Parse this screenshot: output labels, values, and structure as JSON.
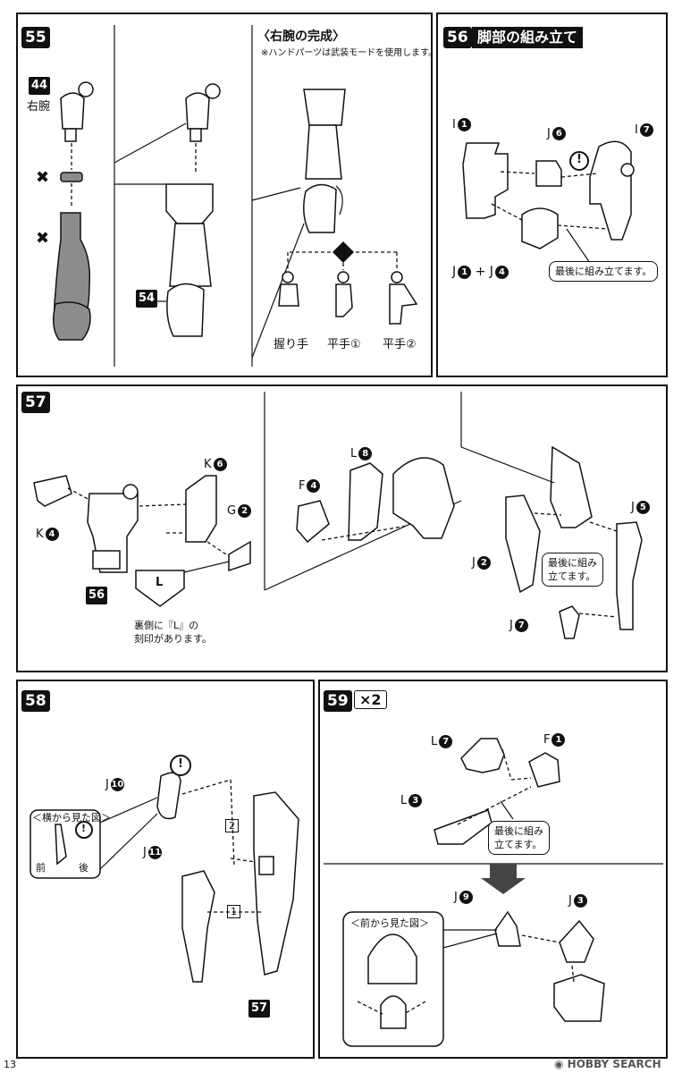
{
  "page_number": "13",
  "watermark": "HOBBY SEARCH",
  "steps": {
    "s55": {
      "number": "55",
      "left_part_number": "44",
      "left_part_label": "右腕",
      "ref_number": "54",
      "complete_title": "〈右腕の完成〉",
      "complete_note": "※ハンドパーツは武装モードを使用します。",
      "hands": [
        "握り手",
        "平手①",
        "平手②"
      ]
    },
    "s56": {
      "number": "56",
      "title": "脚部の組み立て",
      "labels": {
        "i1": "I",
        "i1n": "1",
        "j6": "J",
        "j6n": "6",
        "i7": "I",
        "i7n": "7",
        "j1": "J",
        "j1n": "1",
        "plus": "+",
        "j4": "J",
        "j4n": "4"
      },
      "note": "最後に組み立てます。"
    },
    "s57": {
      "number": "57",
      "labels": {
        "k4": "K",
        "k4n": "4",
        "k6": "K",
        "k6n": "6",
        "g2": "G",
        "g2n": "2",
        "f4": "F",
        "f4n": "4",
        "l8": "L",
        "l8n": "8",
        "j2": "J",
        "j2n": "2",
        "j5": "J",
        "j5n": "5",
        "j7": "J",
        "j7n": "7"
      },
      "ref_number": "56",
      "inset_letter": "L",
      "inset_note_line1": "裏側に『L』の",
      "inset_note_line2": "刻印があります。",
      "last_note_line1": "最後に組み",
      "last_note_line2": "立てます。"
    },
    "s58": {
      "number": "58",
      "labels": {
        "j10": "J",
        "j10n": "10",
        "j11": "J",
        "j11n": "11"
      },
      "side_view_title": "＜横から見た図＞",
      "front": "前",
      "back": "後",
      "order1": "1",
      "order2": "2",
      "ref_number": "57"
    },
    "s59": {
      "number": "59",
      "multiplier": "×2",
      "labels": {
        "l7": "L",
        "l7n": "7",
        "f1": "F",
        "f1n": "1",
        "l3": "L",
        "l3n": "3",
        "j9": "J",
        "j9n": "9",
        "j3": "J",
        "j3n": "3"
      },
      "last_note_line1": "最後に組み",
      "last_note_line2": "立てます。",
      "front_view_title": "＜前から見た図＞"
    }
  }
}
